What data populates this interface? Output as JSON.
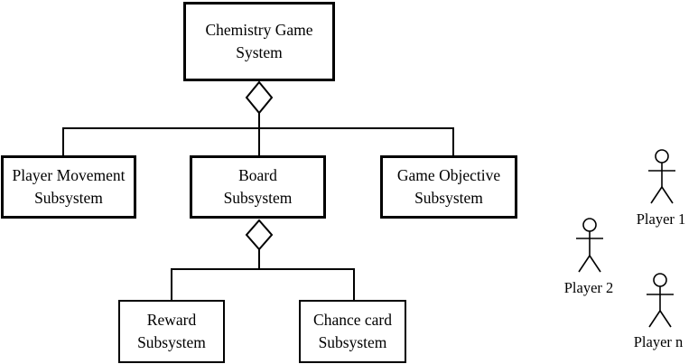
{
  "diagram": {
    "root": {
      "line1": "Chemistry Game",
      "line2": "System"
    },
    "subsystems": [
      {
        "line1": "Player Movement",
        "line2": "Subsystem"
      },
      {
        "line1": "Board",
        "line2": "Subsystem"
      },
      {
        "line1": "Game Objective",
        "line2": "Subsystem"
      }
    ],
    "board_children": [
      {
        "line1": "Reward",
        "line2": "Subsystem"
      },
      {
        "line1": "Chance card",
        "line2": "Subsystem"
      }
    ],
    "actors": [
      {
        "label": "Player 1"
      },
      {
        "label": "Player 2"
      },
      {
        "label": "Player n"
      }
    ]
  }
}
